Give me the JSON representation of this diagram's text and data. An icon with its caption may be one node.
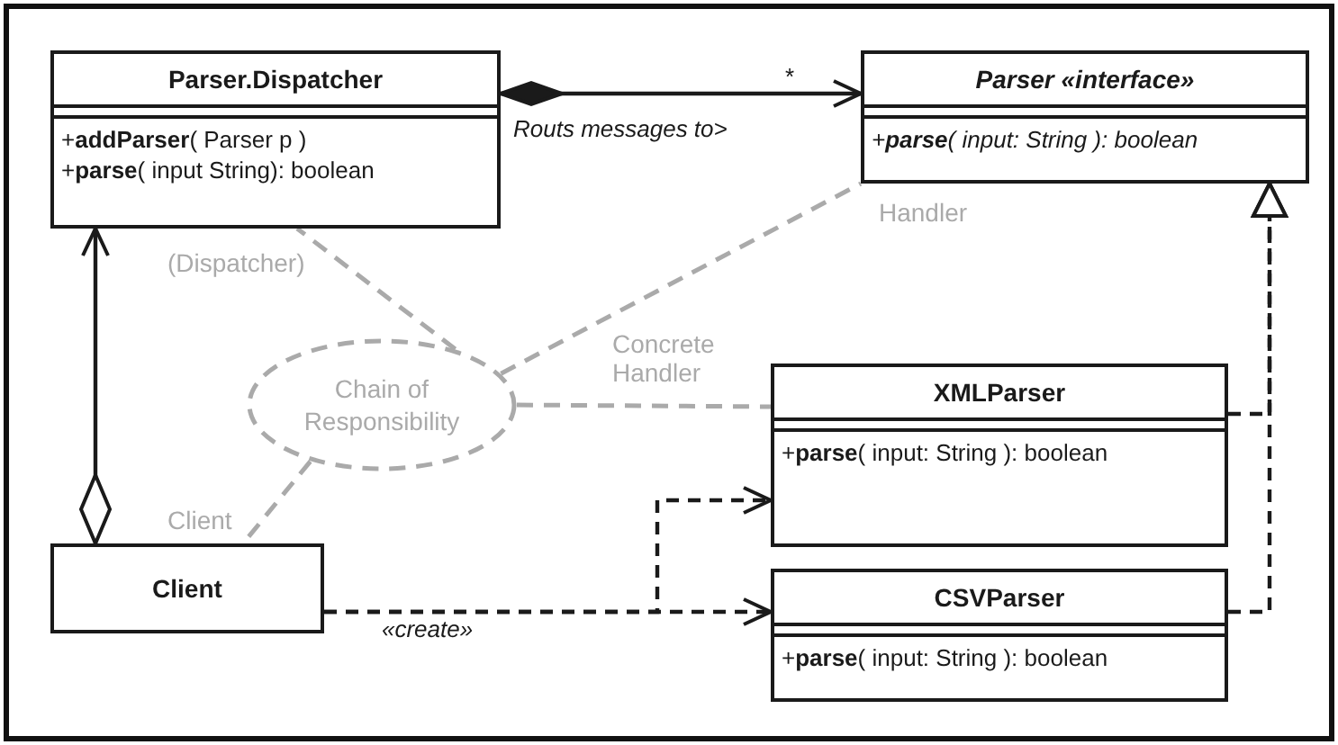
{
  "diagram": {
    "nodes": [
      {
        "text": [
          "Parser.Dispatcher",
          "+**addParser**( Parser p )",
          "+**parse**( input String): boolean"
        ]
      },
      {
        "text": [
          "Parser «interface»",
          "+**parse**( input: String ): boolean"
        ]
      },
      {
        "text": [
          "Chain of Responsibility"
        ]
      },
      {
        "text": [
          "XMLParser",
          "+**parse**( input: String ): boolean"
        ]
      },
      {
        "text": [
          "Client"
        ]
      },
      {
        "text": [
          "CSVParser",
          "+**parse**( input: String ): boolean"
        ]
      }
    ],
    "edges": [
      {
        "from": 0,
        "to": 1,
        "arrow": "to",
        "label": "Routs messages to>"
      },
      {
        "from": 4,
        "to": 0,
        "arrow": "to"
      },
      {
        "from": 4,
        "to": 3,
        "arrow": "to",
        "style": "dashed"
      },
      {
        "from": 4,
        "to": 5,
        "arrow": "to",
        "style": "dashed",
        "label": "«create»"
      },
      {
        "from": 3,
        "to": 1,
        "arrow": "to",
        "style": "dashed"
      },
      {
        "from": 5,
        "to": 1,
        "arrow": "to",
        "style": "dashed"
      },
      {
        "from": 2,
        "to": 0,
        "arrow": "none",
        "style": "dashed",
        "color": "#aaaaaa",
        "label": "(Dispatcher)"
      },
      {
        "from": 2,
        "to": 1,
        "arrow": "none",
        "style": "dashed",
        "color": "#aaaaaa",
        "label": "Handler"
      },
      {
        "from": 2,
        "to": 3,
        "arrow": "none",
        "style": "dashed",
        "color": "#aaaaaa",
        "label": "Concrete Handler"
      },
      {
        "from": 2,
        "to": 4,
        "arrow": "none",
        "style": "dashed",
        "color": "#aaaaaa",
        "label": "Client"
      }
    ],
    "labels": [
      "*"
    ]
  }
}
